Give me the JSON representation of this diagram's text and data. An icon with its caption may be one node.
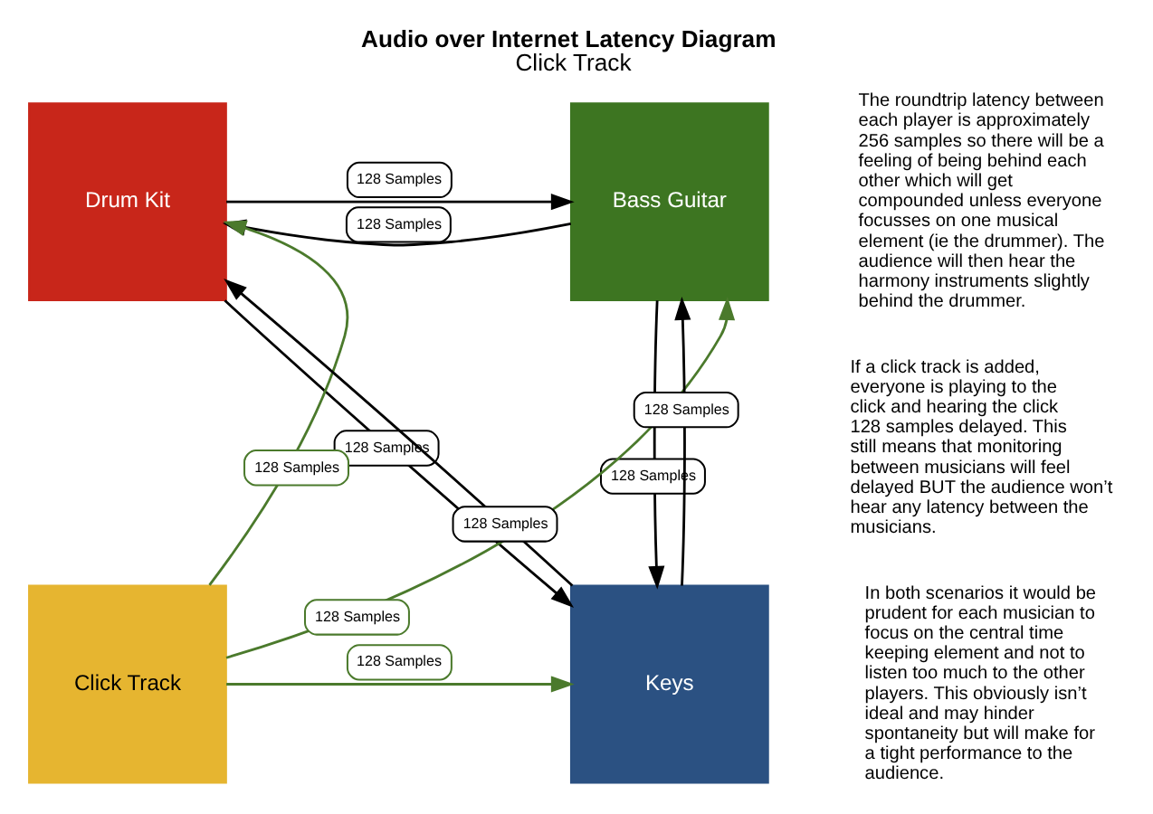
{
  "diagram": {
    "title": "Audio over Internet Latency Diagram",
    "caption": "Click Track",
    "nodes": [
      {
        "text": [
          "Drum Kit"
        ]
      },
      {
        "text": [
          "Bass Guitar"
        ]
      },
      {
        "text": [
          "Click Track"
        ]
      },
      {
        "text": [
          "Keys"
        ]
      }
    ],
    "edges": [
      {
        "from": 0,
        "to": 1,
        "arrow": "to",
        "label": "128 Samples"
      },
      {
        "from": 1,
        "to": 0,
        "arrow": "to",
        "label": "128 Samples"
      },
      {
        "from": 0,
        "to": 3,
        "arrow": "to",
        "label": "128 Samples"
      },
      {
        "from": 2,
        "to": 0,
        "arrow": "to",
        "label": "128 Samples",
        "color": "#4b7a2c"
      },
      {
        "from": 2,
        "to": 1,
        "arrow": "to",
        "label": "128 Samples",
        "color": "#4b7a2c"
      },
      {
        "from": 3,
        "to": 1,
        "arrow": "to",
        "label": "128 Samples"
      },
      {
        "from": 1,
        "to": 3,
        "arrow": "to",
        "label": "128 Samples"
      },
      {
        "from": 3,
        "to": 0,
        "arrow": "to",
        "label": "128 Samples"
      },
      {
        "from": 2,
        "to": 3,
        "arrow": "to",
        "label": "128 Samples",
        "color": "#4b7a2c"
      }
    ],
    "labels": [
      "The roundtrip latency between each player is approximately 256 samples so there will be a feeling of being behind each other which will get compounded unless everyone focusses on one musical element (ie the drummer). The audience will then hear the harmony instruments slightly behind the drummer.",
      "If a click track is added, everyone is playing to the click and hearing the click 128 samples delayed. This still means that monitoring between musicians will feel delayed BUT the audience won’t hear any latency between the musicians.",
      "In both scenarios it would be prudent for each musician to focus on the central time keeping element and not to listen too much to the other players. This obviously isn’t ideal and may hinder spontaneity but will make for a tight performance to the audience."
    ]
  }
}
